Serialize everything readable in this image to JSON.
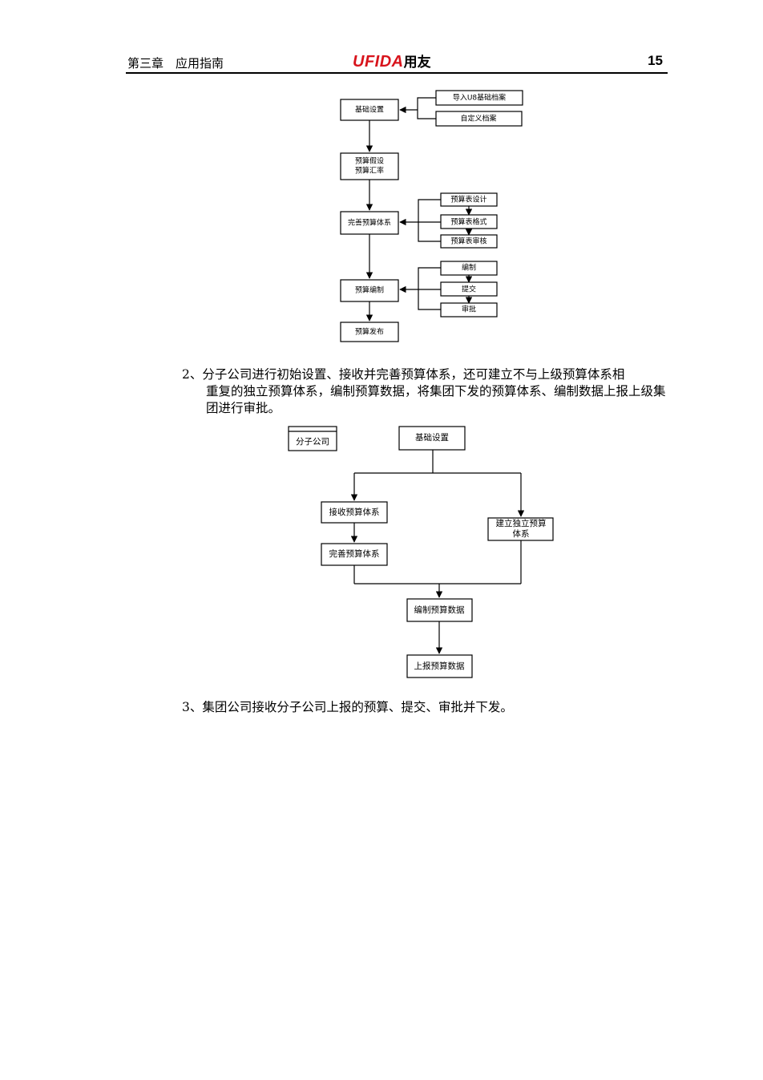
{
  "header": {
    "chapter": "第三章　应用指南",
    "logo_latin": "UFIDA",
    "logo_cn": "用友",
    "page_number": "15"
  },
  "flowchart1": {
    "n_base": "基础设置",
    "n_import": "导入U8基础档案",
    "n_custom": "自定义档案",
    "n_assume_1": "预算假设",
    "n_assume_2": "预算汇率",
    "n_system": "完善预算体系",
    "n_table_design": "预算表设计",
    "n_table_format": "预算表格式",
    "n_table_audit": "预算表审核",
    "n_compile": "预算编制",
    "n_edit": "编制",
    "n_submit": "提交",
    "n_approve": "审批",
    "n_publish": "预算发布"
  },
  "paragraph2": {
    "first": "2、分子公司进行初始设置、接收并完善预算体系，还可建立不与上级预算体系相",
    "rest": "重复的独立预算体系，编制预算数据，将集团下发的预算体系、编制数据上报上级集团进行审批。"
  },
  "flowchart2": {
    "n_legend": "分子公司",
    "n_base": "基础设置",
    "n_receive": "接收预算体系",
    "n_improve": "完善预算体系",
    "n_independent_1": "建立独立预算",
    "n_independent_2": "体系",
    "n_compile_data": "编制预算数据",
    "n_report_data": "上报预算数据"
  },
  "paragraph3": "3、集团公司接收分子公司上报的预算、提交、审批并下发。"
}
